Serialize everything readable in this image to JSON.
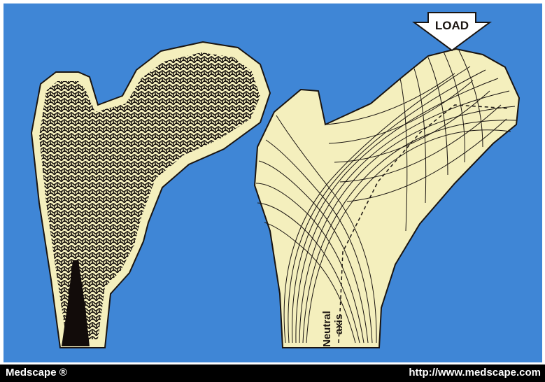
{
  "figure": {
    "load_label": "LOAD",
    "axis_label_line1": "Neutral",
    "axis_label_line2": "axis"
  },
  "footer": {
    "brand": "Medscape ®",
    "url": "http://www.medscape.com"
  },
  "colors": {
    "background": "#3f86d6",
    "bone": "#f4efbd",
    "ink": "#1a1410",
    "footer_bg": "#000000",
    "footer_text": "#ffffff"
  }
}
